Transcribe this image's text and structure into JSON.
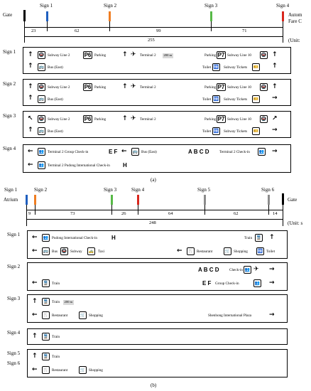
{
  "colors": {
    "blue": "#1f5fbf",
    "orange": "#ef7d22",
    "green": "#57b947",
    "red": "#d9261c",
    "gray": "#8c8c8c",
    "black": "#000000"
  },
  "a": {
    "gate": "Gate",
    "signs": [
      "Sign 1",
      "Sign 2",
      "Sign 3",
      "Sign 4"
    ],
    "end_label_line1": "Autom",
    "end_label_line2": "Fare C",
    "segments": [
      "23",
      "62",
      "99",
      "71"
    ],
    "total": "255",
    "unit": "(Unit:",
    "caption": "(a)"
  },
  "b": {
    "atrium": "Atrium",
    "gate": "Gate",
    "signs": [
      "Sign 1",
      "Sign 2",
      "Sign 3",
      "Sign 4",
      "Sign 5",
      "Sign 6"
    ],
    "segments": [
      "9",
      "73",
      "26",
      "64",
      "62",
      "14"
    ],
    "total": "248",
    "unit": "(Unit: s",
    "caption": "(b)"
  },
  "labels_a": [
    "Sign 1",
    "Sign 2",
    "Sign 3",
    "Sign 4"
  ],
  "labels_b": [
    "Sign 1",
    "Sign 2",
    "Sign 3",
    "Sign 4",
    "Sign 5",
    "Sign 6"
  ],
  "text": {
    "subway2": "Subway Line 2",
    "parking": "Parking",
    "p6": "P6",
    "p7": "P7",
    "terminal2": "Terminal 2",
    "dist200": "200 m",
    "subway10": "Subway Line 10",
    "bus_east": "Bus (East)",
    "toilet": "Toilet",
    "subway_tickets": "Subway Tickets",
    "t2_group": "Terminal 2 Group Check-in",
    "ef": "E F",
    "abcd": "A B C D",
    "t2_checkin": "Terminal 2 Check-in",
    "t2_pudong": "Terminal 2 Pudong International Check-in",
    "h": "H",
    "pudong_intl": "Pudong International Check-in",
    "train": "Train",
    "bus": "Bus",
    "subway": "Subway",
    "taxi": "Taxi",
    "restaurant": "Restaurant",
    "shopping": "Shopping",
    "checkin": "Check-in",
    "group_checkin": "Group Check-in",
    "shenhong": "Shenhong International Plaza"
  }
}
